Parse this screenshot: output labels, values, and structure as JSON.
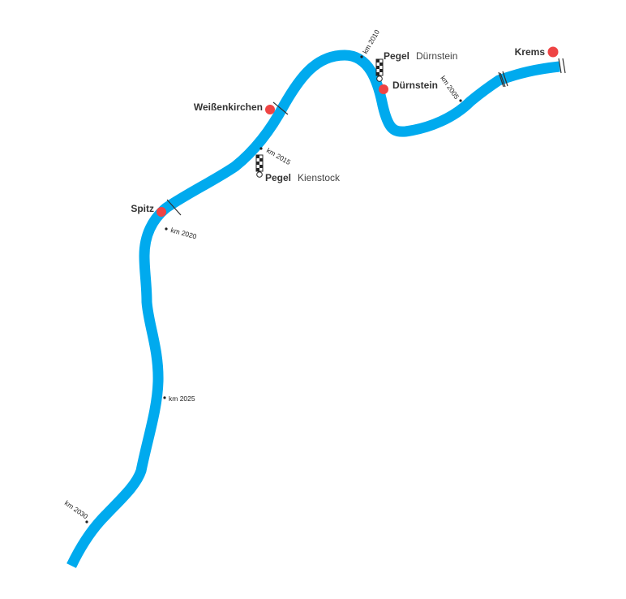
{
  "colors": {
    "river": "#00aaee",
    "city": "#ee4444",
    "text": "#333333",
    "background": "#ffffff"
  },
  "cities": [
    {
      "id": "krems",
      "name": "Krems"
    },
    {
      "id": "duernstein",
      "name": "Dürnstein"
    },
    {
      "id": "weissenkirchen",
      "name": "Weißenkirchen"
    },
    {
      "id": "spitz",
      "name": "Spitz"
    }
  ],
  "km_markers": [
    {
      "id": "km2005",
      "label": "km 2005"
    },
    {
      "id": "km2010",
      "label": "km 2010"
    },
    {
      "id": "km2015",
      "label": "km 2015"
    },
    {
      "id": "km2020",
      "label": "km 2020"
    },
    {
      "id": "km2025",
      "label": "km 2025"
    },
    {
      "id": "km2030",
      "label": "km 2030"
    }
  ],
  "gauges": [
    {
      "id": "duernstein",
      "bold": "Pegel",
      "name": "Dürnstein",
      "icon": "gauge-icon"
    },
    {
      "id": "kienstock",
      "bold": "Pegel",
      "name": "Kienstock",
      "icon": "gauge-icon"
    }
  ]
}
